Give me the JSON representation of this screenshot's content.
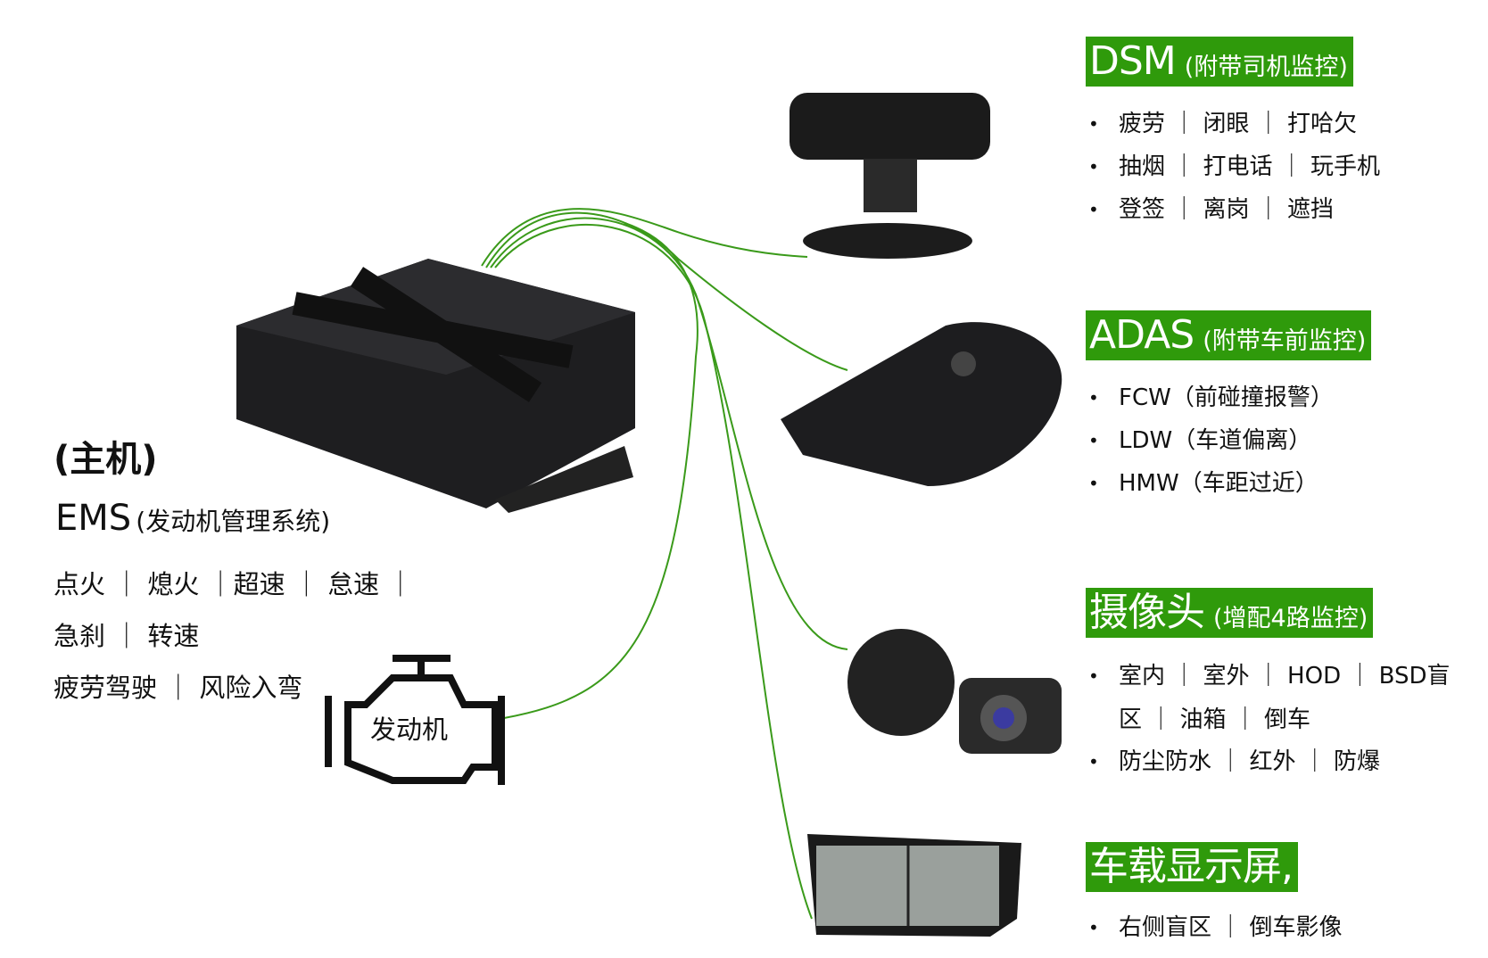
{
  "host": {
    "title": "(主机)",
    "ems_main": "EMS",
    "ems_sub": "(发动机管理系统)",
    "lines": [
      "点火  ｜  熄火  ｜超速    ｜  怠速  ｜",
      "急刹  ｜  转速",
      "疲劳驾驶  ｜  风险入弯"
    ],
    "engine_label": "发动机"
  },
  "dsm": {
    "main": "DSM",
    "sub": "(附带司机监控)",
    "items": [
      "疲劳  ｜  闭眼  ｜  打哈欠",
      "抽烟  ｜  打电话  ｜  玩手机",
      "登签  ｜  离岗  ｜  遮挡"
    ]
  },
  "adas": {
    "main": "ADAS",
    "sub": "(附带车前监控)",
    "items": [
      "FCW（前碰撞报警）",
      "LDW（车道偏离）",
      "HMW（车距过近）"
    ]
  },
  "camera": {
    "main": "摄像头",
    "sub": "(增配4路监控)",
    "items": [
      "室内  ｜  室外  ｜  HOD  ｜  BSD盲",
      "区  ｜  油箱  ｜  倒车",
      "防尘防水  ｜  红外  ｜  防爆"
    ]
  },
  "display": {
    "main": "车载显示屏,",
    "items": [
      "右侧盲区  ｜  倒车影像"
    ]
  },
  "colors": {
    "accent": "#2f9a0b",
    "wire": "#3a9a1a"
  }
}
